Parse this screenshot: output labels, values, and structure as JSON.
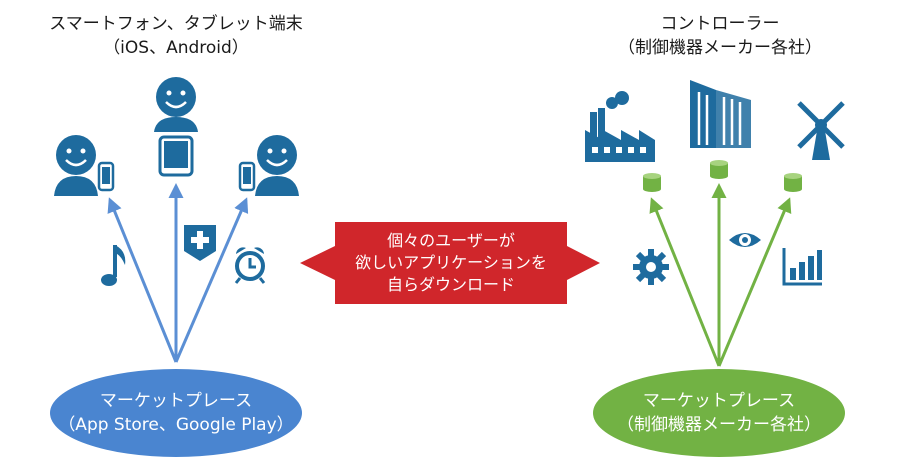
{
  "left_group": {
    "title_line1": "スマートフォン、タブレット端末",
    "title_line2": "（iOS、Android）",
    "color": "#1e6b9e",
    "arrow_color": "#5b8fd4",
    "marketplace_line1": "マーケットプレース",
    "marketplace_line2": "（App Store、Google Play）",
    "marketplace_color": "#4a85d0",
    "icons": [
      "person-phone-icon",
      "person-tablet-icon",
      "person-phone-icon",
      "music-note-icon",
      "medical-shield-icon",
      "alarm-clock-icon"
    ]
  },
  "right_group": {
    "title_line1": "コントローラー",
    "title_line2": "（制御機器メーカー各社）",
    "color": "#1e6b9e",
    "arrow_color": "#72b244",
    "marketplace_line1": "マーケットプレース",
    "marketplace_line2": "（制御機器メーカー各社）",
    "marketplace_color": "#72b244",
    "icons": [
      "factory-icon",
      "building-icon",
      "windmill-icon",
      "gear-icon",
      "eye-icon",
      "bar-chart-icon"
    ]
  },
  "center": {
    "line1": "個々のユーザーが",
    "line2": "欲しいアプリケーションを",
    "line3": "自らダウンロード",
    "color": "#d0262b"
  }
}
